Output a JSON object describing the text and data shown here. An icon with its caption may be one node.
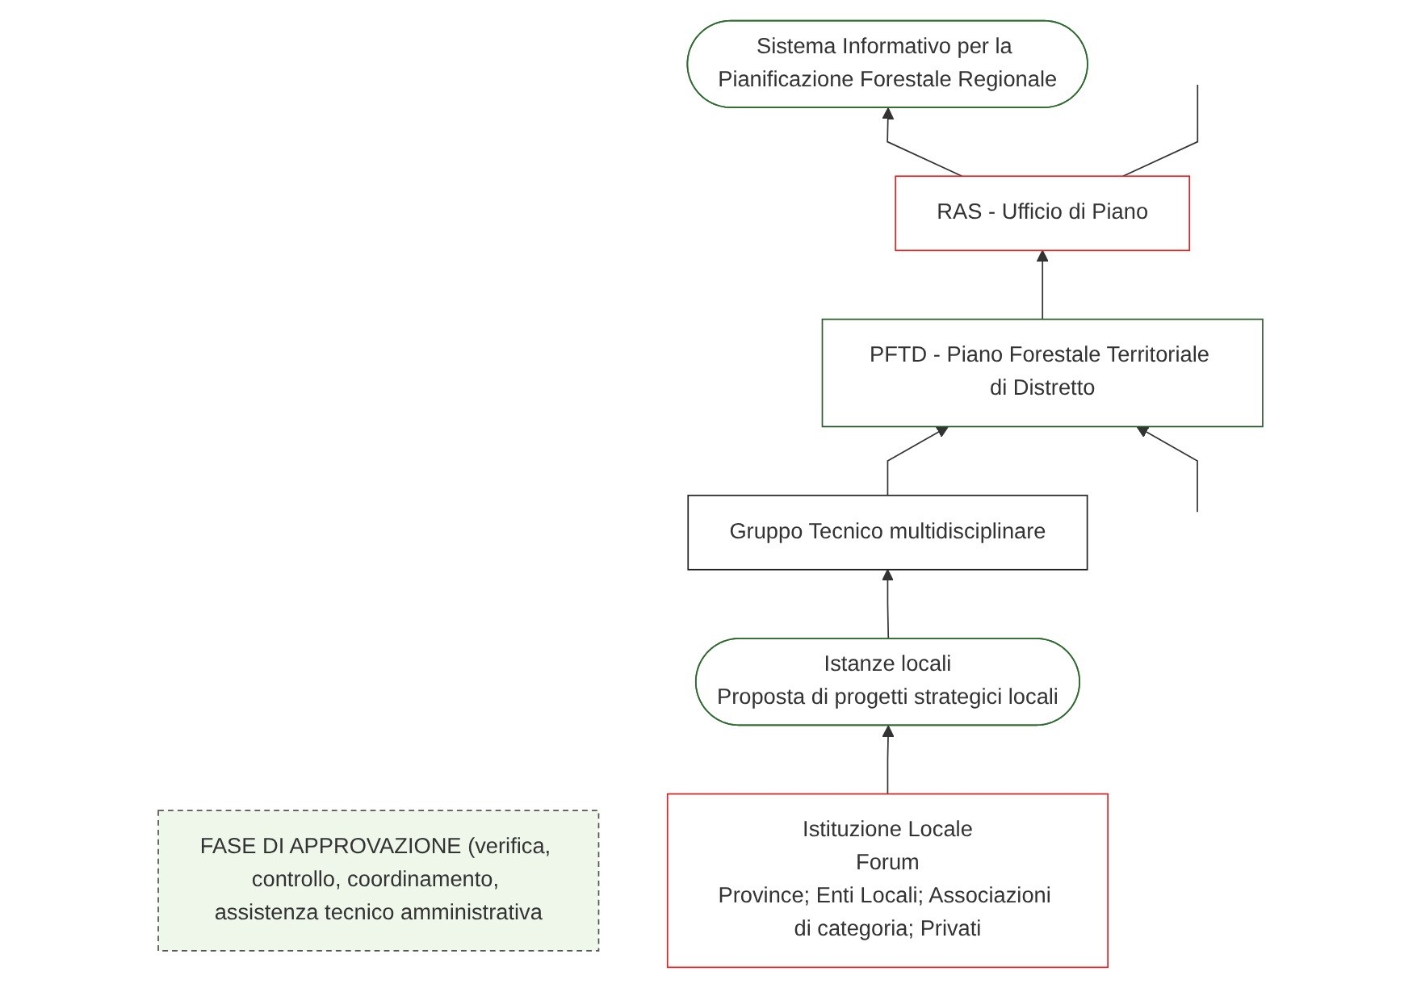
{
  "diagram": {
    "nodes": [
      {
        "text": [
          "Sistema Informativo per la Pianificazione Forestale Regionale"
        ]
      },
      {
        "text": [
          "RAS - Ufficio di Piano"
        ]
      },
      {
        "text": [
          "FASE DI APPROVAZIONE (verifica, controllo, coordinamento, assistenza tecnico amministrativa"
        ]
      },
      {
        "text": [
          "PFTD - Piano Forestale Territoriale di Distretto"
        ]
      },
      {
        "text": [
          "Gruppo Tecnico multidisciplinare"
        ]
      },
      {
        "text": [
          "Istanze locali",
          "Proposta di progetti strategici locali"
        ]
      },
      {
        "text": [
          "Istituzione Locale",
          "Forum",
          "Province; Enti Locali; Associazioni di categoria; Privati"
        ]
      }
    ],
    "edges": [
      {
        "from": 1,
        "to": 0,
        "arrow": "to"
      },
      {
        "from": 3,
        "to": 1,
        "arrow": "to"
      },
      {
        "from": 4,
        "to": 3,
        "arrow": "to"
      },
      {
        "from": 5,
        "to": 4,
        "arrow": "to"
      },
      {
        "from": 6,
        "to": 5,
        "arrow": "to"
      },
      {
        "from": 1,
        "to": null,
        "arrow": "none"
      },
      {
        "from": null,
        "to": 3,
        "arrow": "to"
      }
    ]
  }
}
